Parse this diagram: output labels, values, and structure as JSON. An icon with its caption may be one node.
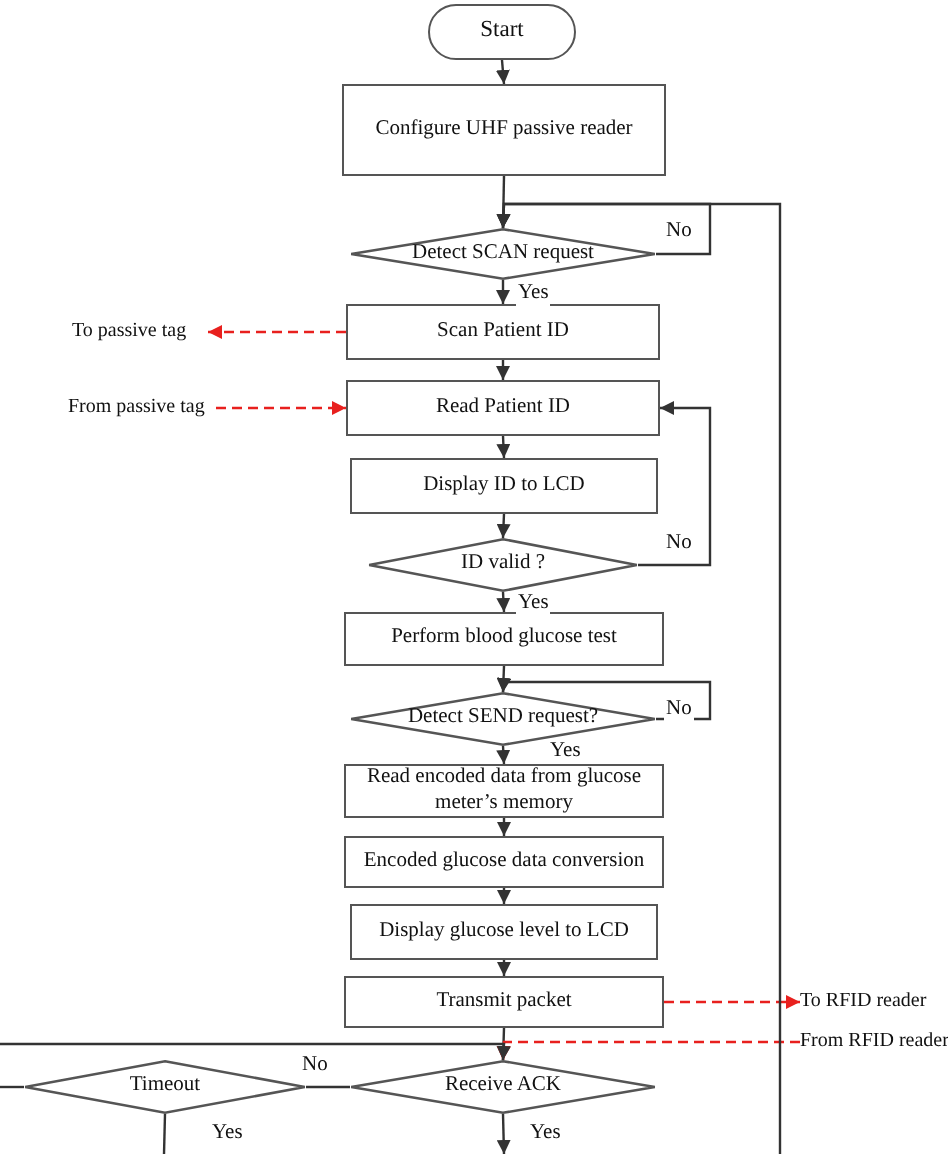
{
  "diagram": {
    "nodes": [
      {
        "text": [
          "Start"
        ]
      },
      {
        "text": [
          "Configure UHF passive reader"
        ]
      },
      {
        "text": [
          "Detect SCAN request"
        ]
      },
      {
        "text": [
          "Scan Patient ID"
        ]
      },
      {
        "text": [
          "Read Patient ID"
        ]
      },
      {
        "text": [
          "Display ID to LCD"
        ]
      },
      {
        "text": [
          "ID valid ?"
        ]
      },
      {
        "text": [
          "Perform blood glucose test"
        ]
      },
      {
        "text": [
          "Detect SEND request?"
        ]
      },
      {
        "text": [
          "Read encoded data from glucose meter’s memory"
        ]
      },
      {
        "text": [
          "Encoded glucose data conversion"
        ]
      },
      {
        "text": [
          "Display glucose level to LCD"
        ]
      },
      {
        "text": [
          "Transmit packet"
        ]
      },
      {
        "text": [
          "Receive ACK"
        ]
      },
      {
        "text": [
          "Timeout"
        ]
      },
      {
        "text": [
          "To passive tag"
        ]
      },
      {
        "text": [
          "From passive tag"
        ]
      },
      {
        "text": [
          "To RFID reader"
        ]
      },
      {
        "text": [
          "From RFID reader"
        ]
      }
    ],
    "edges": [
      {
        "from": 0,
        "to": 1,
        "arrow": "to"
      },
      {
        "from": 1,
        "to": 2,
        "arrow": "to"
      },
      {
        "from": 2,
        "to": 3,
        "arrow": "to",
        "label": "Yes"
      },
      {
        "from": 2,
        "to": 2,
        "arrow": "to",
        "label": "No"
      },
      {
        "from": 3,
        "to": 15,
        "arrow": "to",
        "style": "dashed",
        "color": "#e8201e"
      },
      {
        "from": 3,
        "to": 4,
        "arrow": "to"
      },
      {
        "from": 16,
        "to": 4,
        "arrow": "to",
        "style": "dashed",
        "color": "#e8201e"
      },
      {
        "from": 4,
        "to": 5,
        "arrow": "to"
      },
      {
        "from": 5,
        "to": 6,
        "arrow": "to"
      },
      {
        "from": 6,
        "to": 7,
        "arrow": "to",
        "label": "Yes"
      },
      {
        "from": 6,
        "to": 4,
        "arrow": "to",
        "label": "No"
      },
      {
        "from": 7,
        "to": 8,
        "arrow": "to"
      },
      {
        "from": 8,
        "to": 8,
        "arrow": "to",
        "label": "No"
      },
      {
        "from": 8,
        "to": 9,
        "arrow": "to",
        "label": "Yes"
      },
      {
        "from": 9,
        "to": 10,
        "arrow": "to"
      },
      {
        "from": 10,
        "to": 11,
        "arrow": "to"
      },
      {
        "from": 11,
        "to": 12,
        "arrow": "to"
      },
      {
        "from": 12,
        "to": 17,
        "arrow": "to",
        "style": "dashed",
        "color": "#e8201e"
      },
      {
        "from": 12,
        "to": 13,
        "arrow": "to"
      },
      {
        "from": 18,
        "to": 13,
        "arrow": "to",
        "style": "dashed",
        "color": "#e8201e"
      },
      {
        "from": 13,
        "to": 14,
        "arrow": "none",
        "label": "No"
      },
      {
        "from": null,
        "to": 13,
        "arrow": "to"
      },
      {
        "from": 14,
        "to": null,
        "arrow": "none"
      },
      {
        "from": 14,
        "to": null,
        "arrow": "none",
        "label": "Yes"
      },
      {
        "from": 13,
        "to": null,
        "arrow": "to",
        "label": "Yes"
      },
      {
        "from": null,
        "to": 2,
        "arrow": "to"
      }
    ]
  }
}
